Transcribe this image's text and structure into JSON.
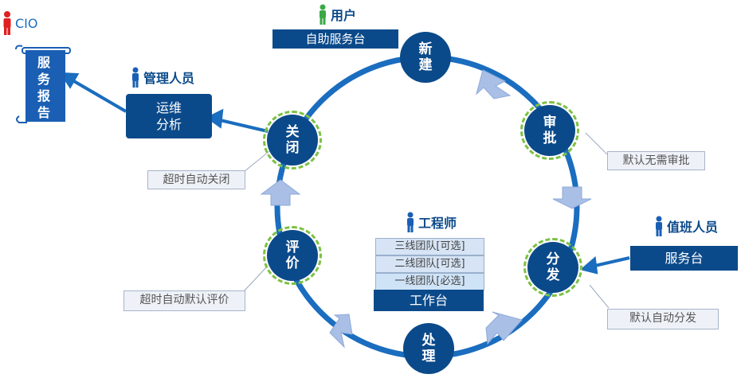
{
  "roles": {
    "cio": "CIO",
    "user": "用户",
    "manager": "管理人员",
    "engineer": "工程师",
    "duty": "值班人员"
  },
  "boxes": {
    "self_service": "自助服务台",
    "ops_analysis": "运维分析",
    "service_desk": "服务台",
    "workbench": "工作台",
    "service_report": "服务报告"
  },
  "nodes": {
    "create": "新建",
    "approve": "审批",
    "dispatch": "分发",
    "handle": "处理",
    "evaluate": "评价",
    "close": "关闭"
  },
  "notes": {
    "approve": "默认无需审批",
    "dispatch": "默认自动分发",
    "evaluate": "超时自动默认评价",
    "close": "超时自动关闭"
  },
  "engineer_layers": [
    "三线团队[可选]",
    "二线团队[可选]",
    "一线团队[必选]"
  ],
  "colors": {
    "primary": "#0b4a8a",
    "ring": "#1a6dbf",
    "accent_green": "#7cc143",
    "arrow": "#a9bfe6",
    "cio_red": "#e02020",
    "person_blue": "#1a5fb4",
    "person_green": "#3aa845"
  },
  "icons": [
    "person-icon",
    "scroll-icon",
    "arrow-icon"
  ]
}
